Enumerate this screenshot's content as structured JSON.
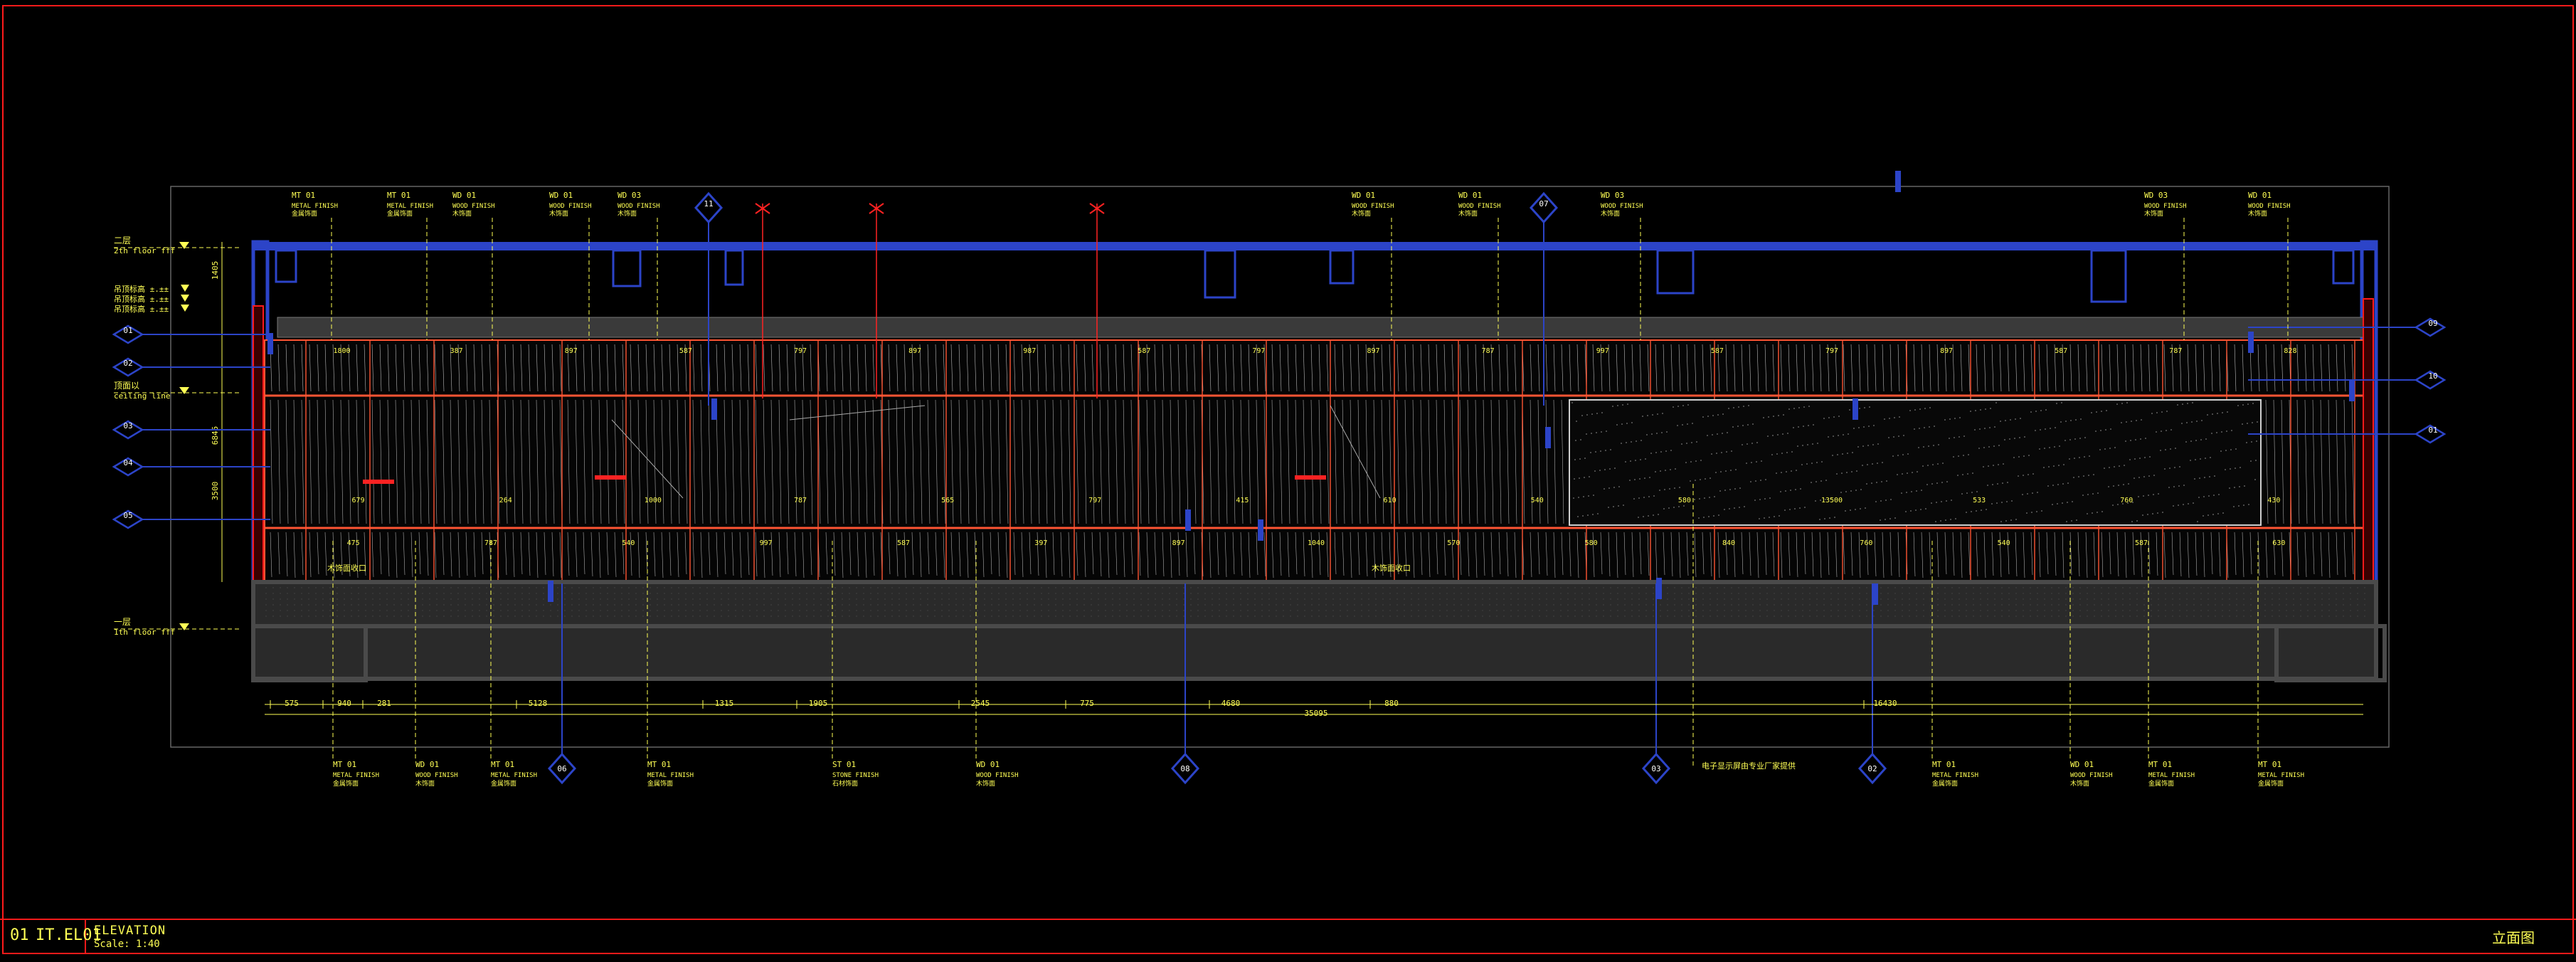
{
  "colors": {
    "background": "#000000",
    "border": "#ff1a1a",
    "structure": "#2c44c8",
    "finish": "#ff5533",
    "dimension": "#ffff55",
    "annotation": "#ffff55",
    "floor": "#4a4a4a",
    "panel_stroke": "#bbbbbb"
  },
  "drawing": {
    "levels": [
      {
        "cn": "二层",
        "en": "2th floor fff"
      },
      {
        "cn": "顶面以",
        "en": "ceiling line"
      },
      {
        "cn": "一层",
        "en": "1th floor fff"
      }
    ],
    "ceiling_marks": [
      "吊顶标高 ±.±±",
      "吊顶标高 ±.±±",
      "吊顶标高 ±.±±"
    ],
    "left_callouts": [
      "01",
      "02",
      "03",
      "04",
      "05"
    ],
    "right_callouts": [
      "09",
      "10",
      "01"
    ],
    "top_tags": [
      {
        "code": "MT 01",
        "en": "METAL FINISH",
        "cn": "金属饰面"
      },
      {
        "code": "MT 01",
        "en": "METAL FINISH",
        "cn": "金属饰面"
      },
      {
        "code": "WD 01",
        "en": "WOOD FINISH",
        "cn": "木饰面"
      },
      {
        "code": "WD 01",
        "en": "WOOD FINISH",
        "cn": "木饰面"
      },
      {
        "code": "WD 03",
        "en": "WOOD FINISH",
        "cn": "木饰面"
      },
      {
        "code": "WD 01",
        "en": "WOOD FINISH",
        "cn": "木饰面"
      },
      {
        "code": "WD 01",
        "en": "WOOD FINISH",
        "cn": "木饰面"
      },
      {
        "code": "WD 03",
        "en": "WOOD FINISH",
        "cn": "木饰面"
      },
      {
        "code": "WD 03",
        "en": "WOOD FINISH",
        "cn": "木饰面"
      },
      {
        "code": "WD 01",
        "en": "WOOD FINISH",
        "cn": "木饰面"
      }
    ],
    "bottom_tags": [
      {
        "code": "MT 01",
        "en": "METAL FINISH",
        "cn": "金属饰面"
      },
      {
        "code": "WD 01",
        "en": "WOOD FINISH",
        "cn": "木饰面"
      },
      {
        "code": "MT 01",
        "en": "METAL FINISH",
        "cn": "金属饰面"
      },
      {
        "code": "MT 01",
        "en": "METAL FINISH",
        "cn": "金属饰面"
      },
      {
        "code": "ST 01",
        "en": "STONE FINISH",
        "cn": "石材饰面"
      },
      {
        "code": "WD 01",
        "en": "WOOD FINISH",
        "cn": "木饰面"
      },
      {
        "code": "MT 01",
        "en": "METAL FINISH",
        "cn": "金属饰面"
      },
      {
        "code": "WD 01",
        "en": "WOOD FINISH",
        "cn": "木饰面"
      },
      {
        "code": "MT 01",
        "en": "METAL FINISH",
        "cn": "金属饰面"
      },
      {
        "code": "MT 01",
        "en": "METAL FINISH",
        "cn": "金属饰面"
      }
    ],
    "top_section_markers": [
      "11",
      "07"
    ],
    "bottom_section_markers": [
      "06",
      "08",
      "03",
      "02"
    ],
    "bottom_note": "电子显示屏由专业厂家提供",
    "inline_notes": [
      "木饰面收口",
      "木饰面收口"
    ],
    "overall_dimension": "35095",
    "bottom_dimensions": [
      "575",
      "940",
      "281",
      "5128",
      "1315",
      "1905",
      "2545",
      "775",
      "4680",
      "880",
      "16430"
    ],
    "left_dimensions": [
      "1405",
      "6845",
      "3500"
    ],
    "top_row_dimensions": [
      "1800",
      "387",
      "897",
      "587",
      "797",
      "897",
      "987",
      "587",
      "797",
      "897",
      "787",
      "997",
      "587",
      "797",
      "897",
      "587",
      "787",
      "828"
    ],
    "mid_row_dimensions": [
      "679",
      "264",
      "1000",
      "787",
      "565",
      "797",
      "415",
      "610",
      "540",
      "580",
      "13500",
      "533",
      "760",
      "430"
    ],
    "bot_row_dimensions": [
      "475",
      "787",
      "540",
      "997",
      "587",
      "397",
      "897",
      "1040",
      "570",
      "580",
      "840",
      "760",
      "540",
      "587",
      "630"
    ]
  },
  "titleblock": {
    "number": "01",
    "code": "IT.EL01",
    "title": "ELEVATION",
    "scale_label": "Scale:",
    "scale_value": "1:40",
    "sheet_name": "立面图"
  }
}
